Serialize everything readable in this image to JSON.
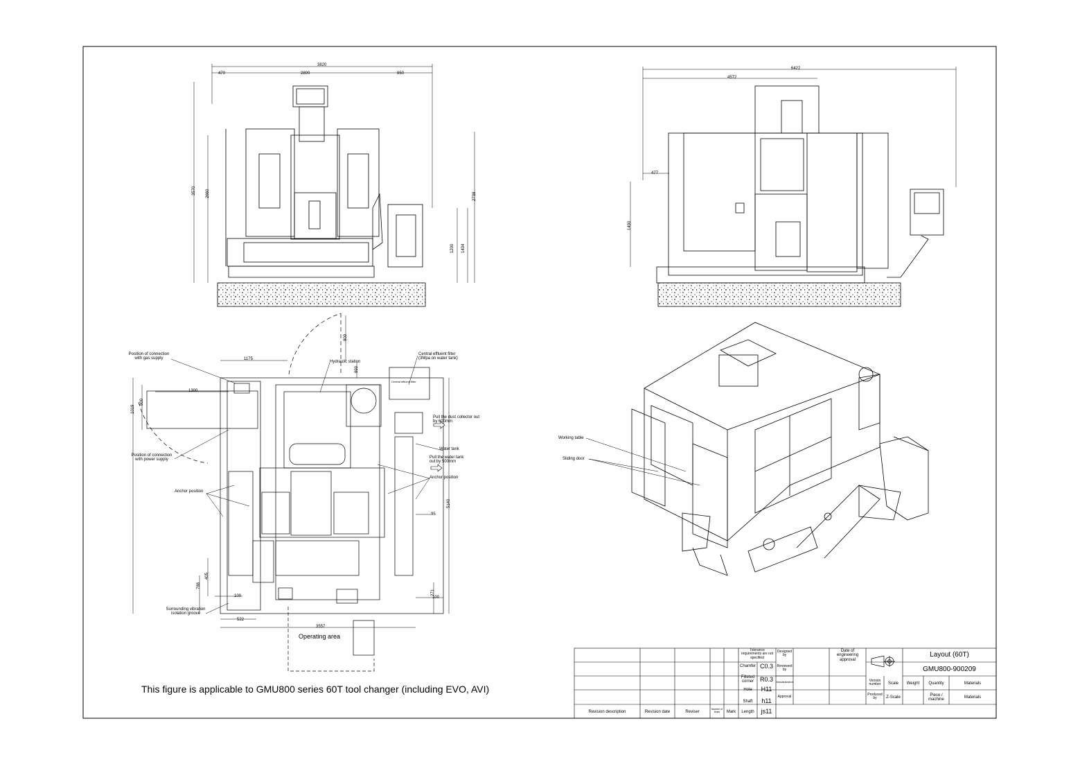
{
  "caption": "This figure is applicable to GMU800 series 60T tool changer (including EVO, AVI)",
  "front_view": {
    "dims": {
      "overall_width": "3820",
      "left_offset": "470",
      "main_width": "2800",
      "right_offset": "850",
      "total_height": "3570",
      "height_2660": "2660",
      "height_2738": "2738",
      "height_1200": "1200",
      "height_1404": "1404"
    }
  },
  "side_view": {
    "dims": {
      "overall_length": "6422",
      "length_4572": "4572",
      "offset_477": "477",
      "height_1490": "1490"
    }
  },
  "plan_view": {
    "labels": {
      "gas_supply": "Position of connection with gas supply",
      "power_supply": "Position of connection with power supply",
      "hydraulic_station": "Hydraulic station",
      "central_filter": "Central effluent filter (3Mpa on water tank)",
      "central_filter_box": "Central effluent filter",
      "dust_collector": "Pull the dust collector out by 600mm",
      "water_tank": "Water tank",
      "pull_water_tank": "Pull the water tank out by 500mm",
      "anchor_left": "Anchor position",
      "anchor_right": "Anchor position",
      "groove": "Surrounding vibration isolation groove",
      "operating_area": "Operating area"
    },
    "dims": {
      "d800": "800",
      "d1175": "1175",
      "d1300": "1300",
      "d1019": "1019",
      "d800b": "800",
      "d5140": "5140",
      "d95": "95",
      "d100l": "100",
      "d100r": "100",
      "d405": "405",
      "d788": "788",
      "d522": "522",
      "d3557": "3557",
      "d271": "271",
      "d890": "890"
    }
  },
  "iso_view": {
    "labels": {
      "working_table": "Working table",
      "sliding_door": "Sliding door"
    }
  },
  "title_block": {
    "tolerance": "Tolerance requirements are not specified",
    "designed_by": "Designed by",
    "reviewed_by": "Reviewed by",
    "standardization": "Standardization",
    "approval": "Approval",
    "date_approval": "Date of engineering approval",
    "chamfer": "Chamfer",
    "chamfer_val": "C0.3",
    "filleted": "Filleted corner",
    "filleted_val": "R0.3",
    "hole": "Hole",
    "hole_val": "H11",
    "shaft": "Shaft",
    "shaft_val": "h11",
    "length": "Length",
    "length_val": "js11",
    "title": "Layout (60T)",
    "drawing_no": "GMU800-900209",
    "version_number": "Version number",
    "scale": "Scale",
    "weight": "Weight",
    "quantity": "Quantity",
    "materials1": "Materials",
    "produced_by": "Produced by",
    "z_scale": "Z-Scale",
    "piece_machine": "Piece / machine",
    "materials2": "Materials",
    "revision_description": "Revision description",
    "revision_date": "Revision date",
    "reviser": "Reviser",
    "number_of_times": "Number of times",
    "mark": "Mark"
  }
}
